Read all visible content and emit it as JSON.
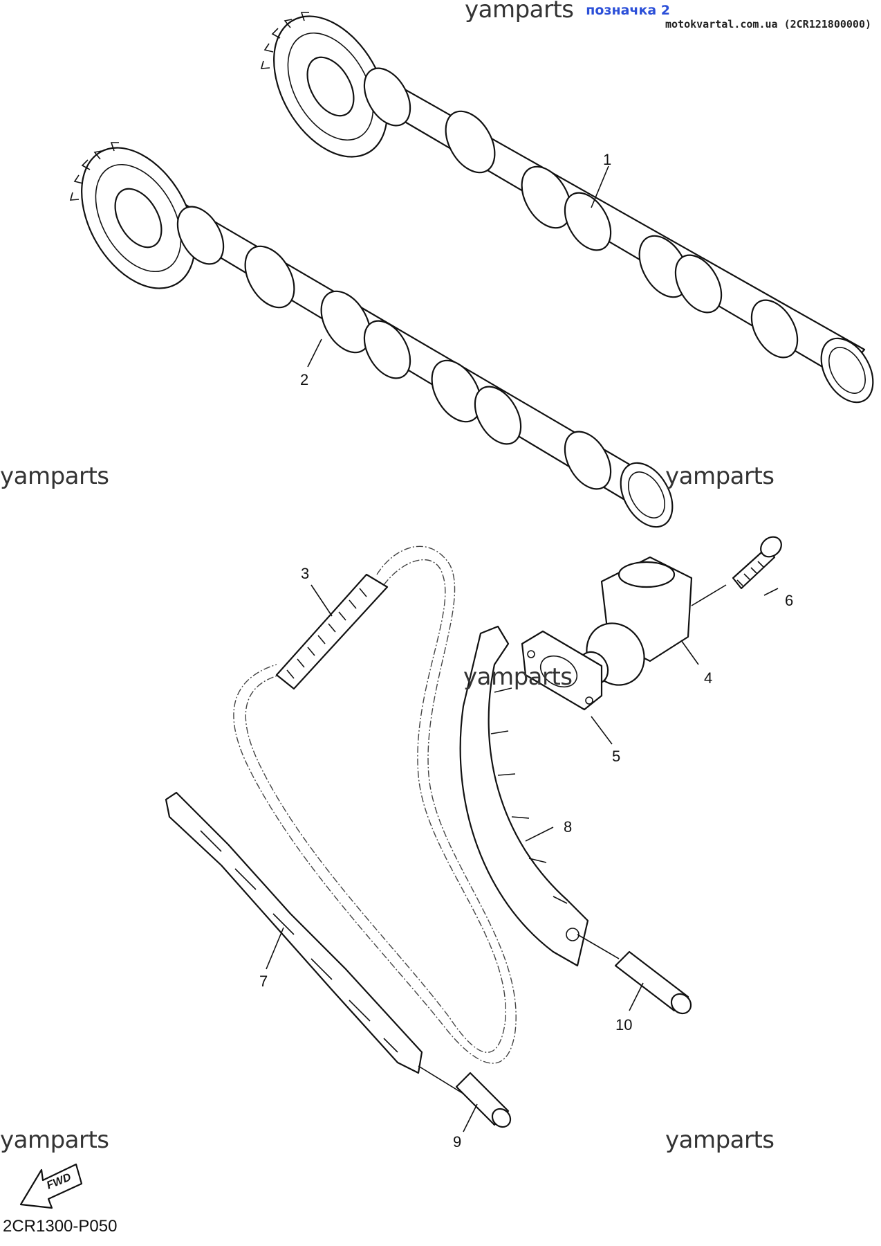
{
  "header": {
    "label": "позначка 2",
    "source": "motokvartal.com.ua (2CR121800000)"
  },
  "watermarks": [
    "yamparts",
    "yamparts",
    "yamparts",
    "yamparts",
    "yamparts",
    "yamparts"
  ],
  "callouts": [
    "1",
    "2",
    "3",
    "4",
    "5",
    "6",
    "7",
    "8",
    "9",
    "10"
  ],
  "fwd_label": "FWD",
  "diagram_code": "2CR1300-P050"
}
